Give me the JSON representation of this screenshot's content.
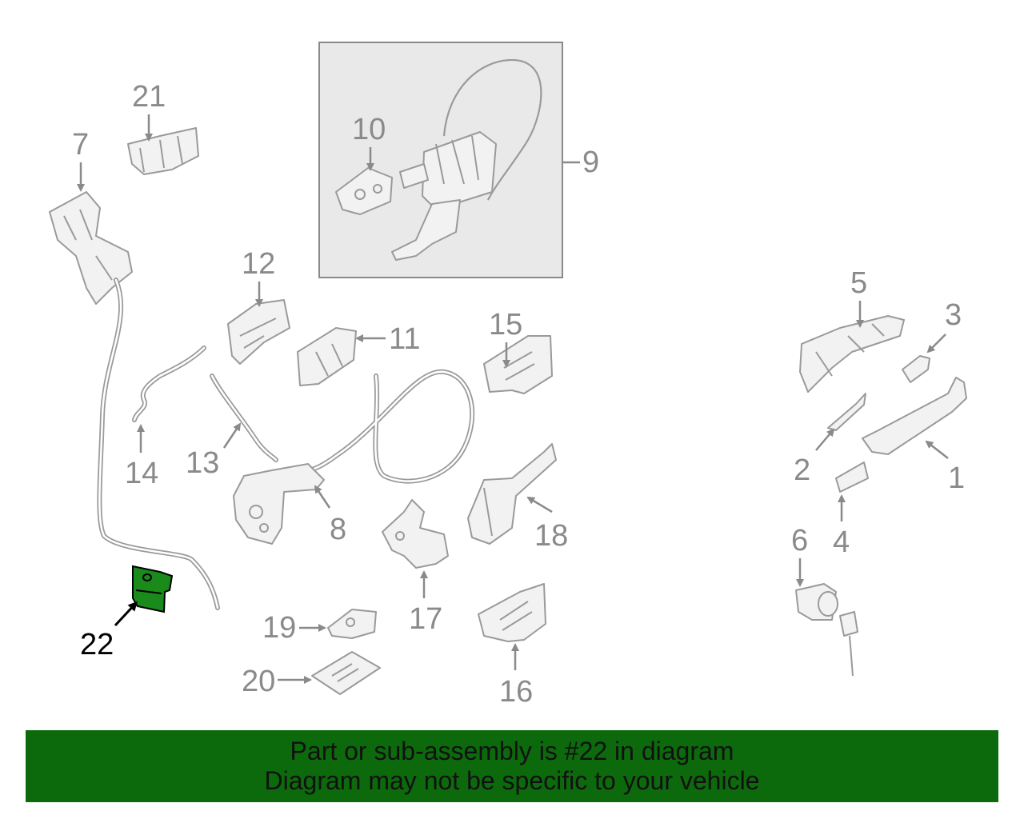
{
  "diagram": {
    "highlight_color": "#1a8a1a",
    "labels": {
      "p1": "1",
      "p2": "2",
      "p3": "3",
      "p4": "4",
      "p5": "5",
      "p6": "6",
      "p7": "7",
      "p8": "8",
      "p9": "9",
      "p10": "10",
      "p11": "11",
      "p12": "12",
      "p13": "13",
      "p14": "14",
      "p15": "15",
      "p16": "16",
      "p17": "17",
      "p18": "18",
      "p19": "19",
      "p20": "20",
      "p21": "21",
      "p22": "22"
    },
    "highlighted_part": "22"
  },
  "banner": {
    "line1": "Part or sub-assembly is #22 in diagram",
    "line2": "Diagram may not be specific to your vehicle",
    "background": "#0c6a0c"
  }
}
